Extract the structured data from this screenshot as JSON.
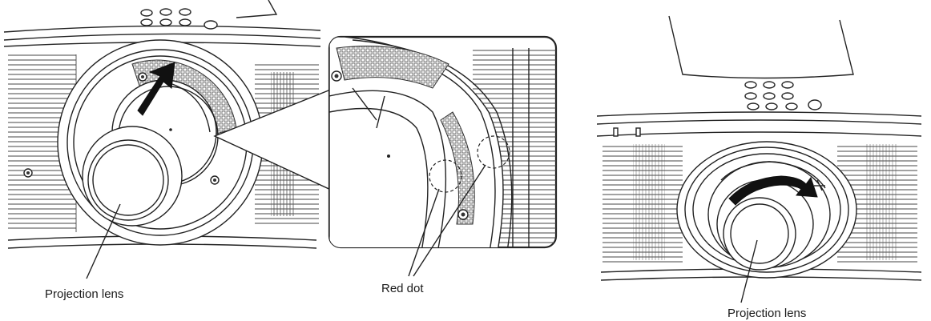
{
  "labels": {
    "left_lens": "Projection lens",
    "red_dot": "Red dot",
    "right_lens": "Projection lens"
  },
  "icons": {
    "left_arrow": "arrow-up-right-icon",
    "right_arrow": "curved-arrow-clockwise-icon"
  }
}
